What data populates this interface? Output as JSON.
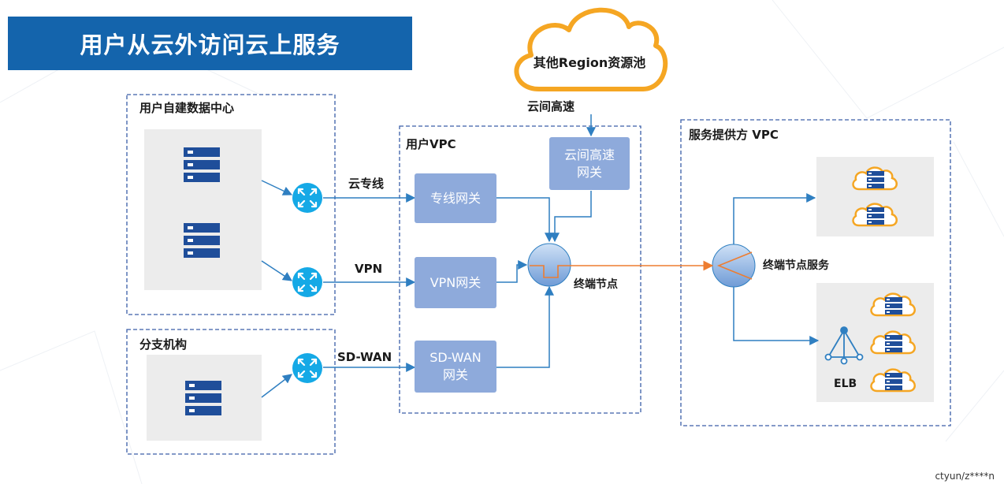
{
  "title": "用户从云外访问云上服务",
  "cloud": {
    "label": "其他Region资源池",
    "link_label": "云间高速"
  },
  "user_dc": {
    "label": "用户自建数据中心"
  },
  "branch": {
    "label": "分支机构"
  },
  "user_vpc": {
    "label": "用户VPC",
    "gateways": {
      "direct_connect": "专线网关",
      "vpn": "VPN网关",
      "sdwan": [
        "SD-WAN",
        "网关"
      ],
      "cloud_express": [
        "云间高速",
        "网关"
      ]
    },
    "endpoint_label": "终端节点"
  },
  "connections": {
    "direct_connect": "云专线",
    "vpn": "VPN",
    "sdwan": "SD-WAN"
  },
  "provider_vpc": {
    "label": "服务提供方 VPC",
    "endpoint_service_label": "终端节点服务",
    "elb_label": "ELB"
  },
  "watermark": "ctyun/z****n",
  "colors": {
    "banner": "#1464ac",
    "gateway": "#8eaadb",
    "arrow_blue": "#2f7fc1",
    "arrow_orange": "#ed7d31",
    "cloud_stroke": "#f5a623",
    "server_blue": "#1f4e9a",
    "panel_dash": "#3a5ea8",
    "router": "#15a9e6"
  }
}
